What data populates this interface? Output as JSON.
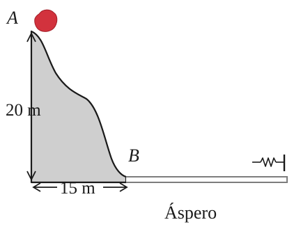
{
  "labels": {
    "point_a": "A",
    "point_b": "B",
    "height": "20 m",
    "width": "15 m",
    "surface": "Áspero"
  },
  "colors": {
    "hill_fill": "#cfcfcf",
    "stone": "#d2323d",
    "stroke": "#1a1a1a",
    "track": "#7d7d7d"
  },
  "icons": {
    "stone": "red-stone-icon",
    "spring": "spring-icon"
  }
}
